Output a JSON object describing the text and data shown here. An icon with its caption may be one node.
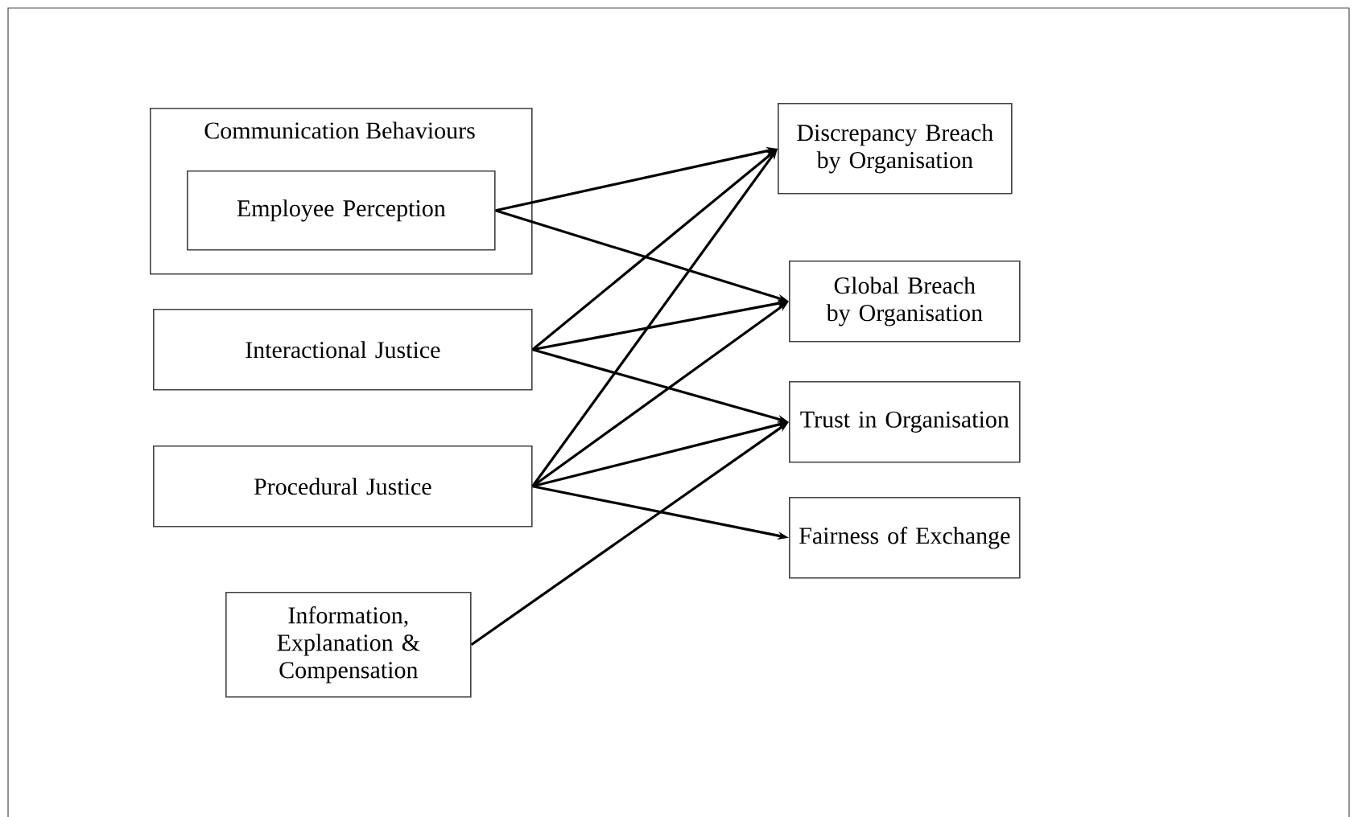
{
  "diagram": {
    "nodes": [
      {
        "text": [
          "Communication Behaviours"
        ]
      },
      {
        "text": [
          "Employee Perception"
        ],
        "in": 0
      },
      {
        "text": [
          "Interactional Justice"
        ]
      },
      {
        "text": [
          "Procedural Justice"
        ]
      },
      {
        "text": [
          "Information, Explanation & Compensation"
        ]
      },
      {
        "text": [
          "Discrepancy Breach by Organisation"
        ]
      },
      {
        "text": [
          "Global Breach by Organisation"
        ]
      },
      {
        "text": [
          "Trust in Organisation"
        ]
      },
      {
        "text": [
          "Fairness of Exchange"
        ]
      }
    ],
    "edges": [
      {
        "from": 1,
        "to": 5,
        "arrow": "to"
      },
      {
        "from": 1,
        "to": 6,
        "arrow": "to"
      },
      {
        "from": 2,
        "to": 5,
        "arrow": "to"
      },
      {
        "from": 2,
        "to": 6,
        "arrow": "to"
      },
      {
        "from": 2,
        "to": 7,
        "arrow": "to"
      },
      {
        "from": 3,
        "to": 5,
        "arrow": "to"
      },
      {
        "from": 3,
        "to": 6,
        "arrow": "to"
      },
      {
        "from": 3,
        "to": 7,
        "arrow": "to"
      },
      {
        "from": 3,
        "to": 8,
        "arrow": "to"
      },
      {
        "from": 4,
        "to": 7,
        "arrow": "to"
      }
    ]
  }
}
